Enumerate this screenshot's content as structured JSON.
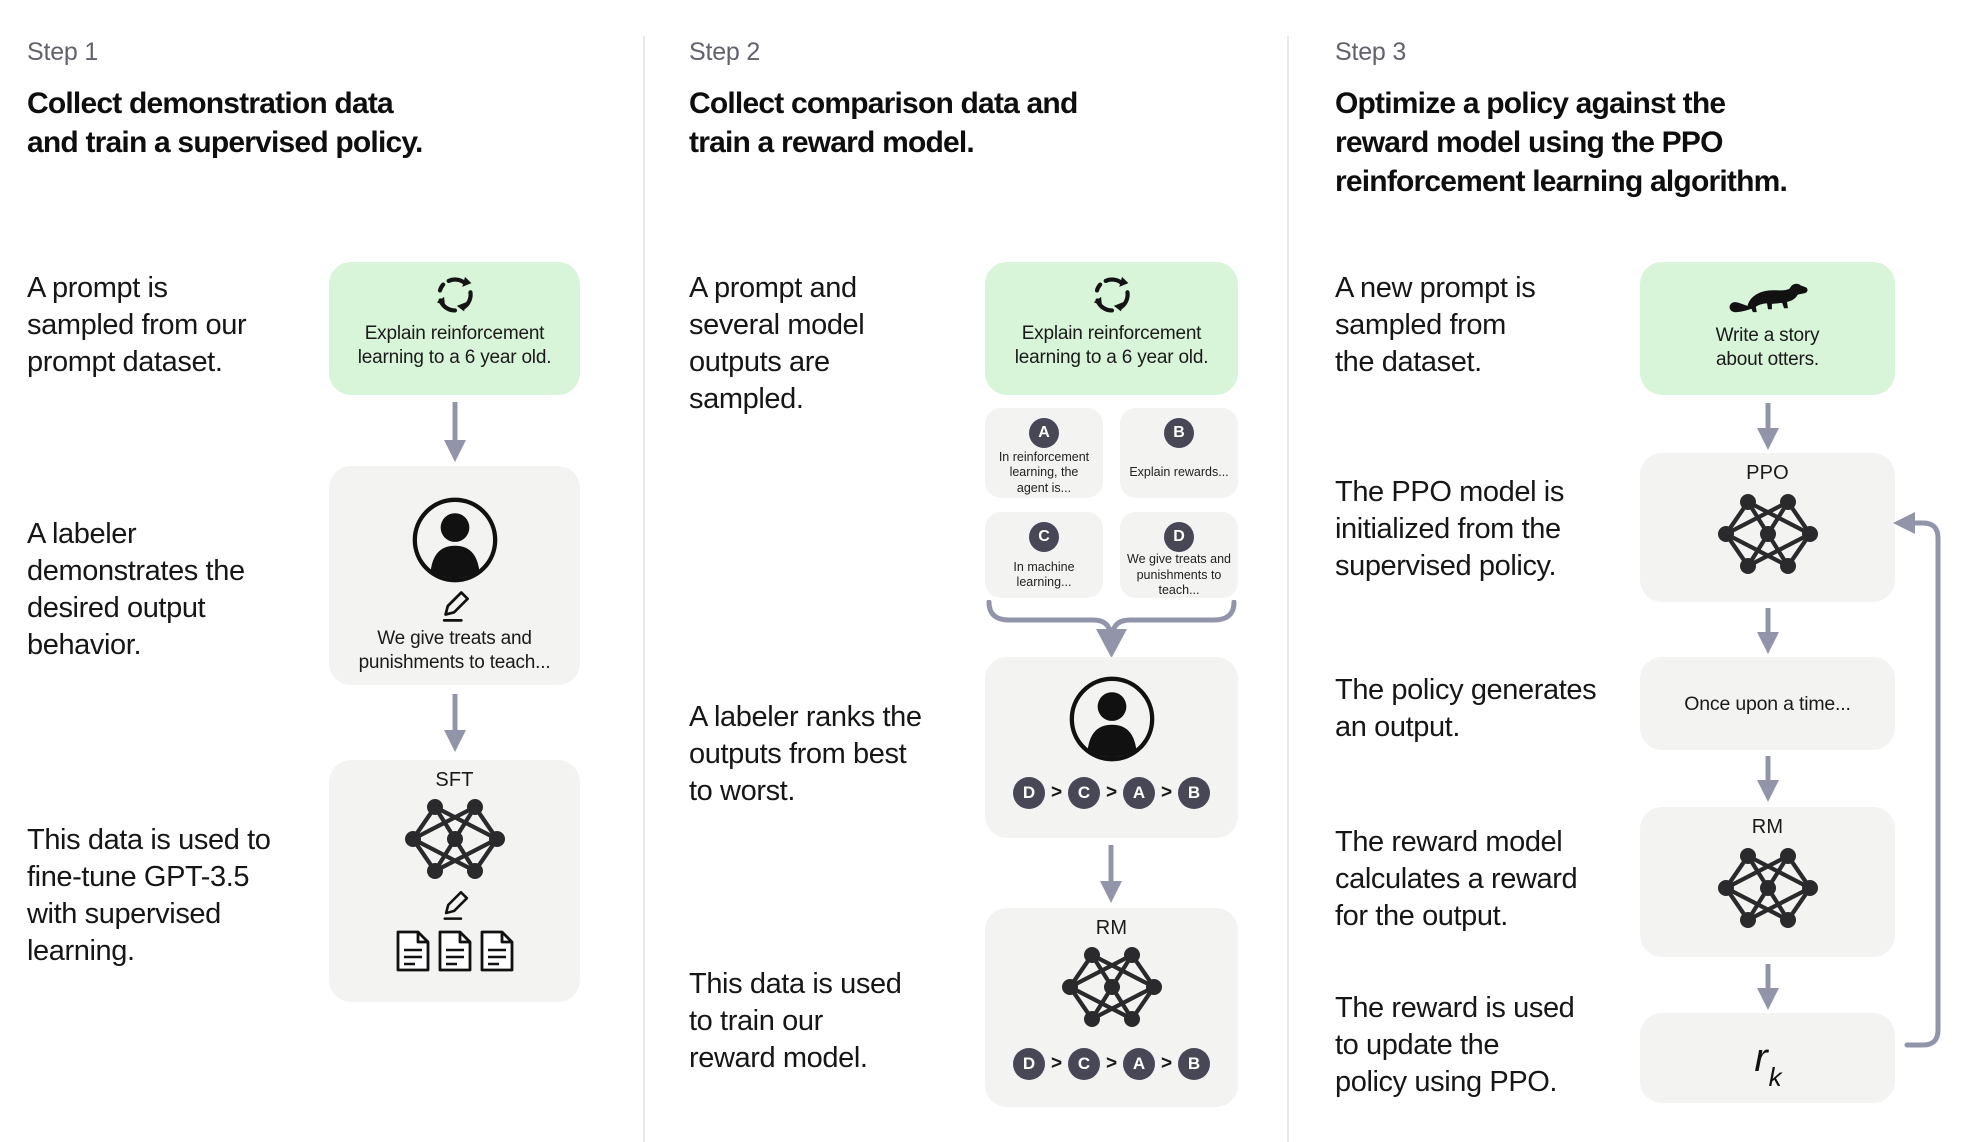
{
  "colors": {
    "background": "#ffffff",
    "divider": "#e8e8e8",
    "green_box": "#d9f5d9",
    "gray_box": "#f3f3f1",
    "badge": "#474756",
    "arrow": "#9295aa",
    "step_label": "#62626b",
    "text": "#141414"
  },
  "step1": {
    "label": "Step 1",
    "heading": [
      "Collect demonstration data",
      "and train a supervised policy."
    ],
    "caption_prompt": [
      "A prompt is",
      "sampled from our",
      "prompt dataset."
    ],
    "caption_labeler": [
      "A labeler",
      "demonstrates the",
      "desired output",
      "behavior."
    ],
    "caption_finetune": [
      "This data is used to",
      "fine-tune GPT-3.5",
      "with supervised",
      "learning."
    ],
    "prompt_box": {
      "icon": "cycle-icon",
      "text": [
        "Explain reinforcement",
        "learning to a 6 year old."
      ]
    },
    "labeler_box": {
      "icons": [
        "person-icon",
        "pencil-icon"
      ],
      "text": [
        "We give treats and",
        "punishments to teach..."
      ]
    },
    "sft_box": {
      "title": "SFT",
      "icons": [
        "network-icon",
        "pencil-icon",
        "documents-icon"
      ]
    }
  },
  "step2": {
    "label": "Step 2",
    "heading": [
      "Collect comparison data and",
      "train a reward model."
    ],
    "caption_sampled": [
      "A prompt and",
      "several model",
      "outputs are",
      "sampled."
    ],
    "caption_ranks": [
      "A labeler ranks the",
      "outputs from best",
      "to worst."
    ],
    "caption_train": [
      "This data is used",
      "to train our",
      "reward model."
    ],
    "prompt_box": {
      "icon": "cycle-icon",
      "text": [
        "Explain reinforcement",
        "learning to a 6 year old."
      ]
    },
    "outputs": [
      {
        "id": "A",
        "text": [
          "In reinforcement",
          "learning, the",
          "agent is..."
        ]
      },
      {
        "id": "B",
        "text": [
          "Explain rewards..."
        ]
      },
      {
        "id": "C",
        "text": [
          "In machine",
          "learning..."
        ]
      },
      {
        "id": "D",
        "text": [
          "We give treats and",
          "punishments to",
          "teach..."
        ]
      }
    ],
    "ranking": {
      "order": [
        "D",
        "C",
        "A",
        "B"
      ],
      "separator": ">"
    },
    "rm_box": {
      "title": "RM"
    }
  },
  "step3": {
    "label": "Step 3",
    "heading": [
      "Optimize a policy against the",
      "reward model using the PPO",
      "reinforcement learning algorithm."
    ],
    "caption_newprompt": [
      "A new prompt is",
      "sampled from",
      "the dataset."
    ],
    "caption_init": [
      "The PPO model is",
      "initialized from the",
      "supervised policy."
    ],
    "caption_generates": [
      "The policy generates",
      "an output."
    ],
    "caption_calculates": [
      "The reward model",
      "calculates a reward",
      "for the output."
    ],
    "caption_update": [
      "The reward is used",
      "to update the",
      "policy using PPO."
    ],
    "prompt_box": {
      "icon": "otter-icon",
      "text": [
        "Write a story",
        "about otters."
      ]
    },
    "ppo_box": {
      "title": "PPO"
    },
    "output_box": {
      "text": "Once upon a time..."
    },
    "rm_box": {
      "title": "RM"
    },
    "reward_box": {
      "symbol": "r",
      "subscript": "k"
    }
  }
}
